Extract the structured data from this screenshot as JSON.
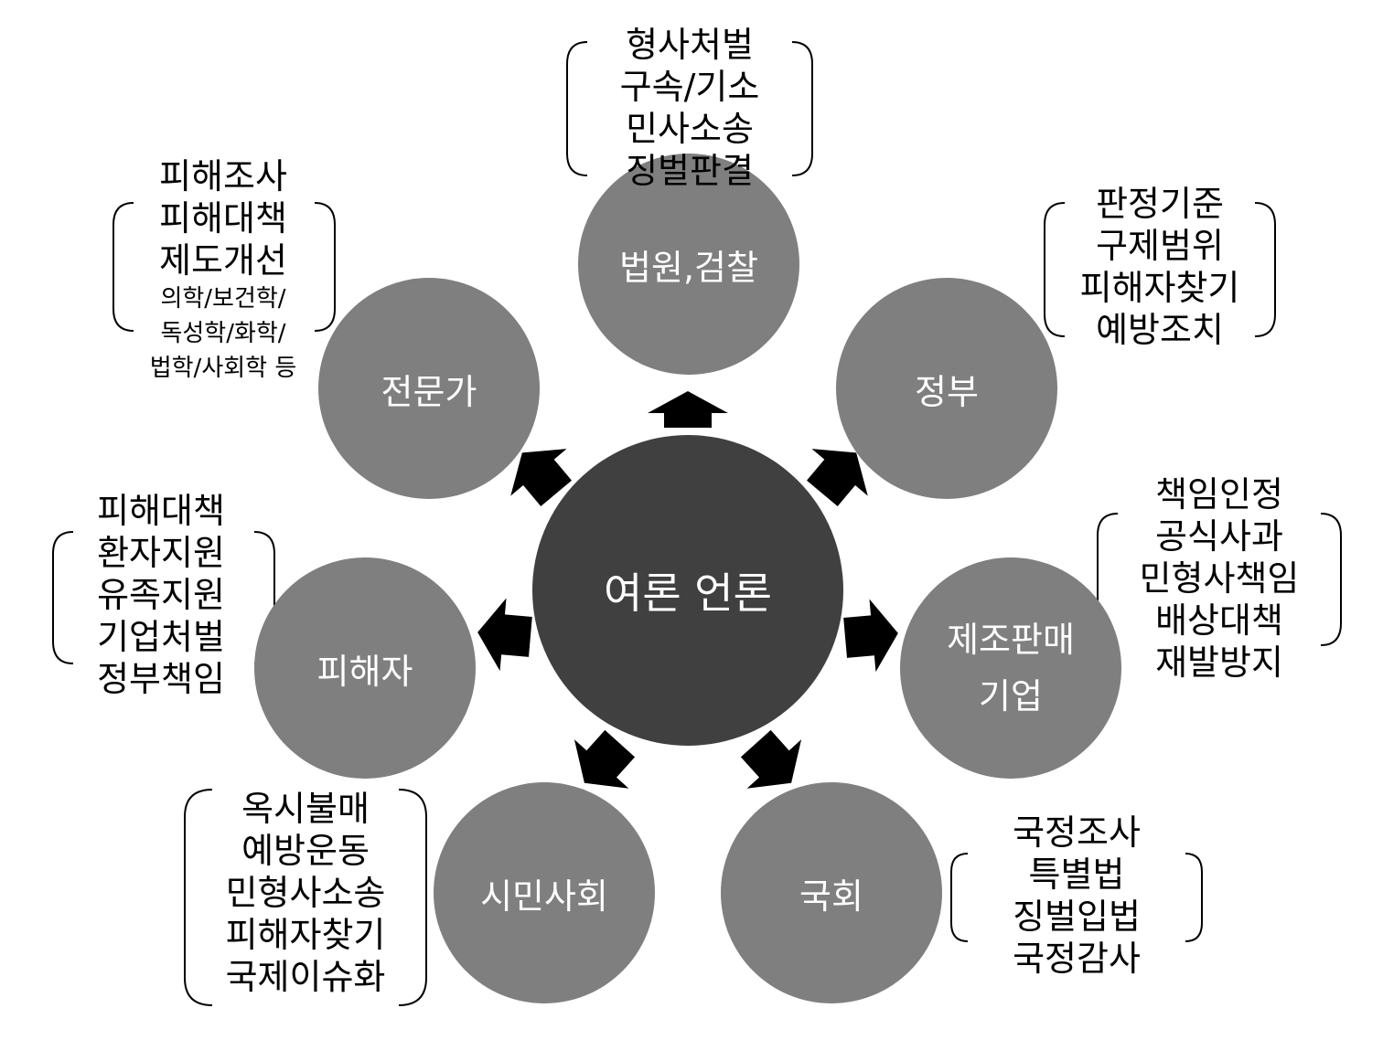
{
  "center": {
    "label": "여론 언론"
  },
  "nodes": {
    "court": {
      "label": "법원,검찰",
      "items": [
        "형사처벌",
        "구속/기소",
        "민사소송",
        "징벌판결"
      ]
    },
    "government": {
      "label": "정부",
      "items": [
        "판정기준",
        "구제범위",
        "피해자찾기",
        "예방조치"
      ]
    },
    "company": {
      "label_line1": "제조판매",
      "label_line2": "기업",
      "items": [
        "책임인정",
        "공식사과",
        "민형사책임",
        "배상대책",
        "재발방지"
      ]
    },
    "assembly": {
      "label": "국회",
      "items": [
        "국정조사",
        "특별법",
        "징벌입법",
        "국정감사"
      ]
    },
    "civil": {
      "label": "시민사회",
      "items": [
        "옥시불매",
        "예방운동",
        "민형사소송",
        "피해자찾기",
        "국제이슈화"
      ]
    },
    "victims": {
      "label": "피해자",
      "items": [
        "피해대책",
        "환자지원",
        "유족지원",
        "기업처벌",
        "정부책임"
      ]
    },
    "experts": {
      "label": "전문가",
      "items": [
        "피해조사",
        "피해대책",
        "제도개선"
      ],
      "small_items": [
        "의학/보건학/",
        "독성학/화학/",
        "법학/사회학 등"
      ]
    }
  },
  "colors": {
    "node": "#7f7f7f",
    "center": "#404040",
    "arrow": "#000000"
  }
}
